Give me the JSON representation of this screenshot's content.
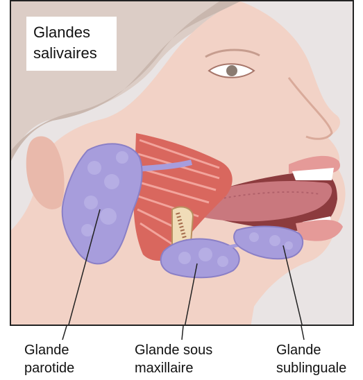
{
  "title": {
    "line1": "Glandes",
    "line2": "salivaires"
  },
  "labels": {
    "parotid": {
      "line1": "Glande",
      "line2": "parotide"
    },
    "submandibular": {
      "line1": "Glande sous",
      "line2": "maxillaire"
    },
    "sublingual": {
      "line1": "Glande",
      "line2": "sublinguale"
    }
  },
  "colors": {
    "skin": "#f2d2c6",
    "background": "#e9e4e4",
    "hair": "#d7c8c0",
    "gland": "#a79ddc",
    "muscle": "#d9675e",
    "tongue": "#c9787e",
    "lips": "#e59a98"
  }
}
